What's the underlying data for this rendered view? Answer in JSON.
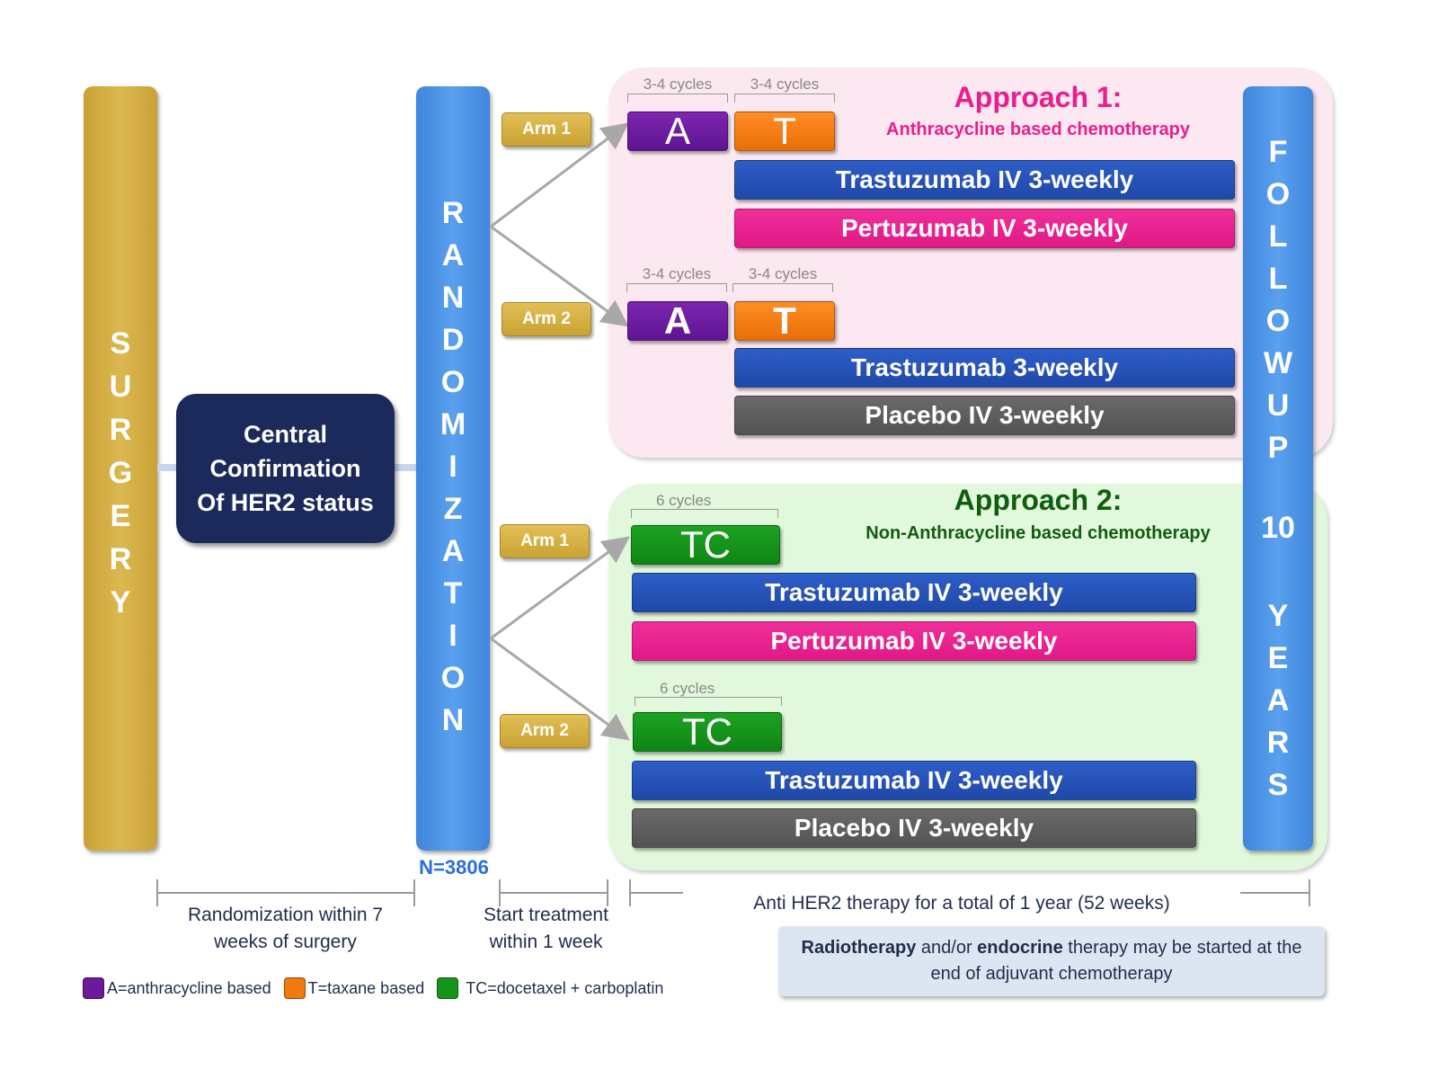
{
  "surgery": {
    "letters": [
      "S",
      "U",
      "R",
      "G",
      "E",
      "R",
      "Y"
    ],
    "color": "#d1ab40"
  },
  "confirmation": {
    "line1": "Central",
    "line2": "Confirmation",
    "line3": "Of HER2 status",
    "color": "#1b2a5a"
  },
  "randomization": {
    "letters": [
      "R",
      "A",
      "N",
      "D",
      "O",
      "M",
      "I",
      "Z",
      "A",
      "T",
      "I",
      "O",
      "N"
    ],
    "n_label": "N=3806",
    "color": "#4a90e2"
  },
  "followup": {
    "letters_top": [
      "F",
      "O",
      "L",
      "L",
      "O",
      "W",
      "U",
      "P"
    ],
    "number": "10",
    "letters_bottom": [
      "Y",
      "E",
      "A",
      "R",
      "S"
    ]
  },
  "approach1": {
    "title": "Approach 1:",
    "subtitle": "Anthracycline based chemotherapy",
    "color": "#ea1e8c",
    "arm1": {
      "label": "Arm 1",
      "cycles_a": "3-4 cycles",
      "cycles_t": "3-4 cycles",
      "chemo_a": "A",
      "chemo_t": "T",
      "bar1": "Trastuzumab IV 3-weekly",
      "bar2": "Pertuzumab IV 3-weekly"
    },
    "arm2": {
      "label": "Arm 2",
      "cycles_a": "3-4 cycles",
      "cycles_t": "3-4 cycles",
      "chemo_a": "A",
      "chemo_t": "T",
      "bar1": "Trastuzumab 3-weekly",
      "bar2": "Placebo IV 3-weekly"
    }
  },
  "approach2": {
    "title": "Approach 2:",
    "subtitle": "Non-Anthracycline based chemotherapy",
    "color": "#0e5e0e",
    "arm1": {
      "label": "Arm 1",
      "cycles": "6 cycles",
      "chemo": "TC",
      "bar1": "Trastuzumab IV 3-weekly",
      "bar2": "Pertuzumab IV 3-weekly"
    },
    "arm2": {
      "label": "Arm 2",
      "cycles": "6 cycles",
      "chemo": "TC",
      "bar1": "Trastuzumab IV 3-weekly",
      "bar2": "Placebo IV 3-weekly"
    }
  },
  "timeline": {
    "randomization_window": "Randomization within 7 weeks of surgery",
    "start_treatment": "Start treatment within 1 week",
    "anti_her2": "Anti HER2 therapy for a total of 1 year (52 weeks)"
  },
  "note": {
    "bold1": "Radiotherapy",
    "text1": " and/or ",
    "bold2": "endocrine",
    "text2": " therapy may be started at the end of adjuvant chemotherapy"
  },
  "legend": [
    {
      "label": "A=anthracycline based",
      "color": "#6a1a9a"
    },
    {
      "label": "T=taxane based",
      "color": "#f07a10"
    },
    {
      "label": "TC=docetaxel + carboplatin",
      "color": "#15961b"
    }
  ],
  "colors": {
    "trastuzumab": "#2650b8",
    "pertuzumab": "#ea1e8c",
    "placebo": "#5f5f5f",
    "anthracycline": "#6a1a9a",
    "taxane": "#f07a10",
    "tc": "#15961b"
  }
}
